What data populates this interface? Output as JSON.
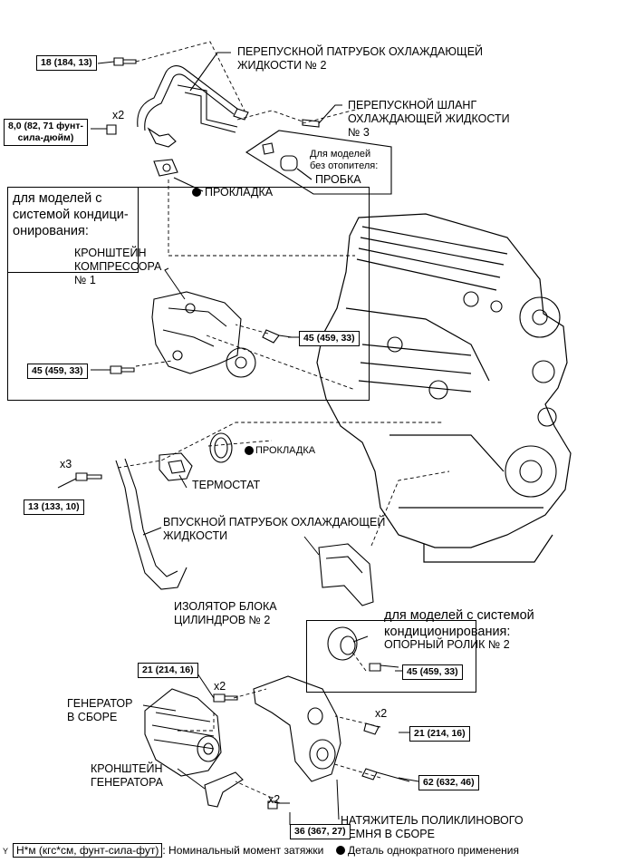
{
  "labels": {
    "bypass_pipe": "ПЕРЕПУСКНОЙ ПАТРУБОК ОХЛАЖДАЮЩЕЙ\nЖИДКОСТИ № 2",
    "bypass_hose": "ПЕРЕПУСКНОЙ ШЛАНГ\nОХЛАЖДАЮЩЕЙ ЖИДКОСТИ\n№ 3",
    "no_heater": "Для моделей\nбез отопителя:",
    "plug": "ПРОБКА",
    "gasket_top": "ПРОКЛАДКА",
    "ac_models_1": "для моделей с\nсистемой кондици-\nонирования:",
    "compressor_bracket": "КРОНШТЕЙН\nКОМПРЕССОРА\n№ 1",
    "gasket_mid": "ПРОКЛАДКА",
    "thermostat": "ТЕРМОСТАТ",
    "inlet_pipe": "ВПУСКНОЙ ПАТРУБОК ОХЛАЖДАЮЩЕЙ\nЖИДКОСТИ",
    "block_insulator": "ИЗОЛЯТОР БЛОКА\nЦИЛИНДРОВ № 2",
    "ac_models_2": "для моделей с системой\nкондиционирования:",
    "idler": "ОПОРНЫЙ РОЛИК № 2",
    "alternator": "ГЕНЕРАТОР\nВ СБОРЕ",
    "alt_bracket": "КРОНШТЕЙН\nГЕНЕРАТОРА",
    "tensioner": "НАТЯЖИТЕЛЬ ПОЛИКЛИНОВОГО\nРЕМНЯ В СБОРЕ"
  },
  "torques": {
    "t1": "18 (184, 13)",
    "t2": "8,0 (82, 71 фунт-\nсила-дюйм)",
    "t3": "45 (459, 33)",
    "t4": "45 (459, 33)",
    "t5": "13 (133, 10)",
    "t6": "45 (459, 33)",
    "t7": "21 (214, 16)",
    "t8": "21 (214, 16)",
    "t9": "62 (632, 46)",
    "t10": "36 (367, 27)"
  },
  "multipliers": {
    "m1": "x2",
    "m2": "x3",
    "m3": "x2",
    "m4": "x2",
    "m5": "x2"
  },
  "footer": {
    "corner": "Y",
    "unit": "Н*м (кгс*см, фунт-сила-фут)",
    "torque_desc": ": Номинальный момент затяжки",
    "nonreuse_desc": "Деталь однократного применения"
  }
}
